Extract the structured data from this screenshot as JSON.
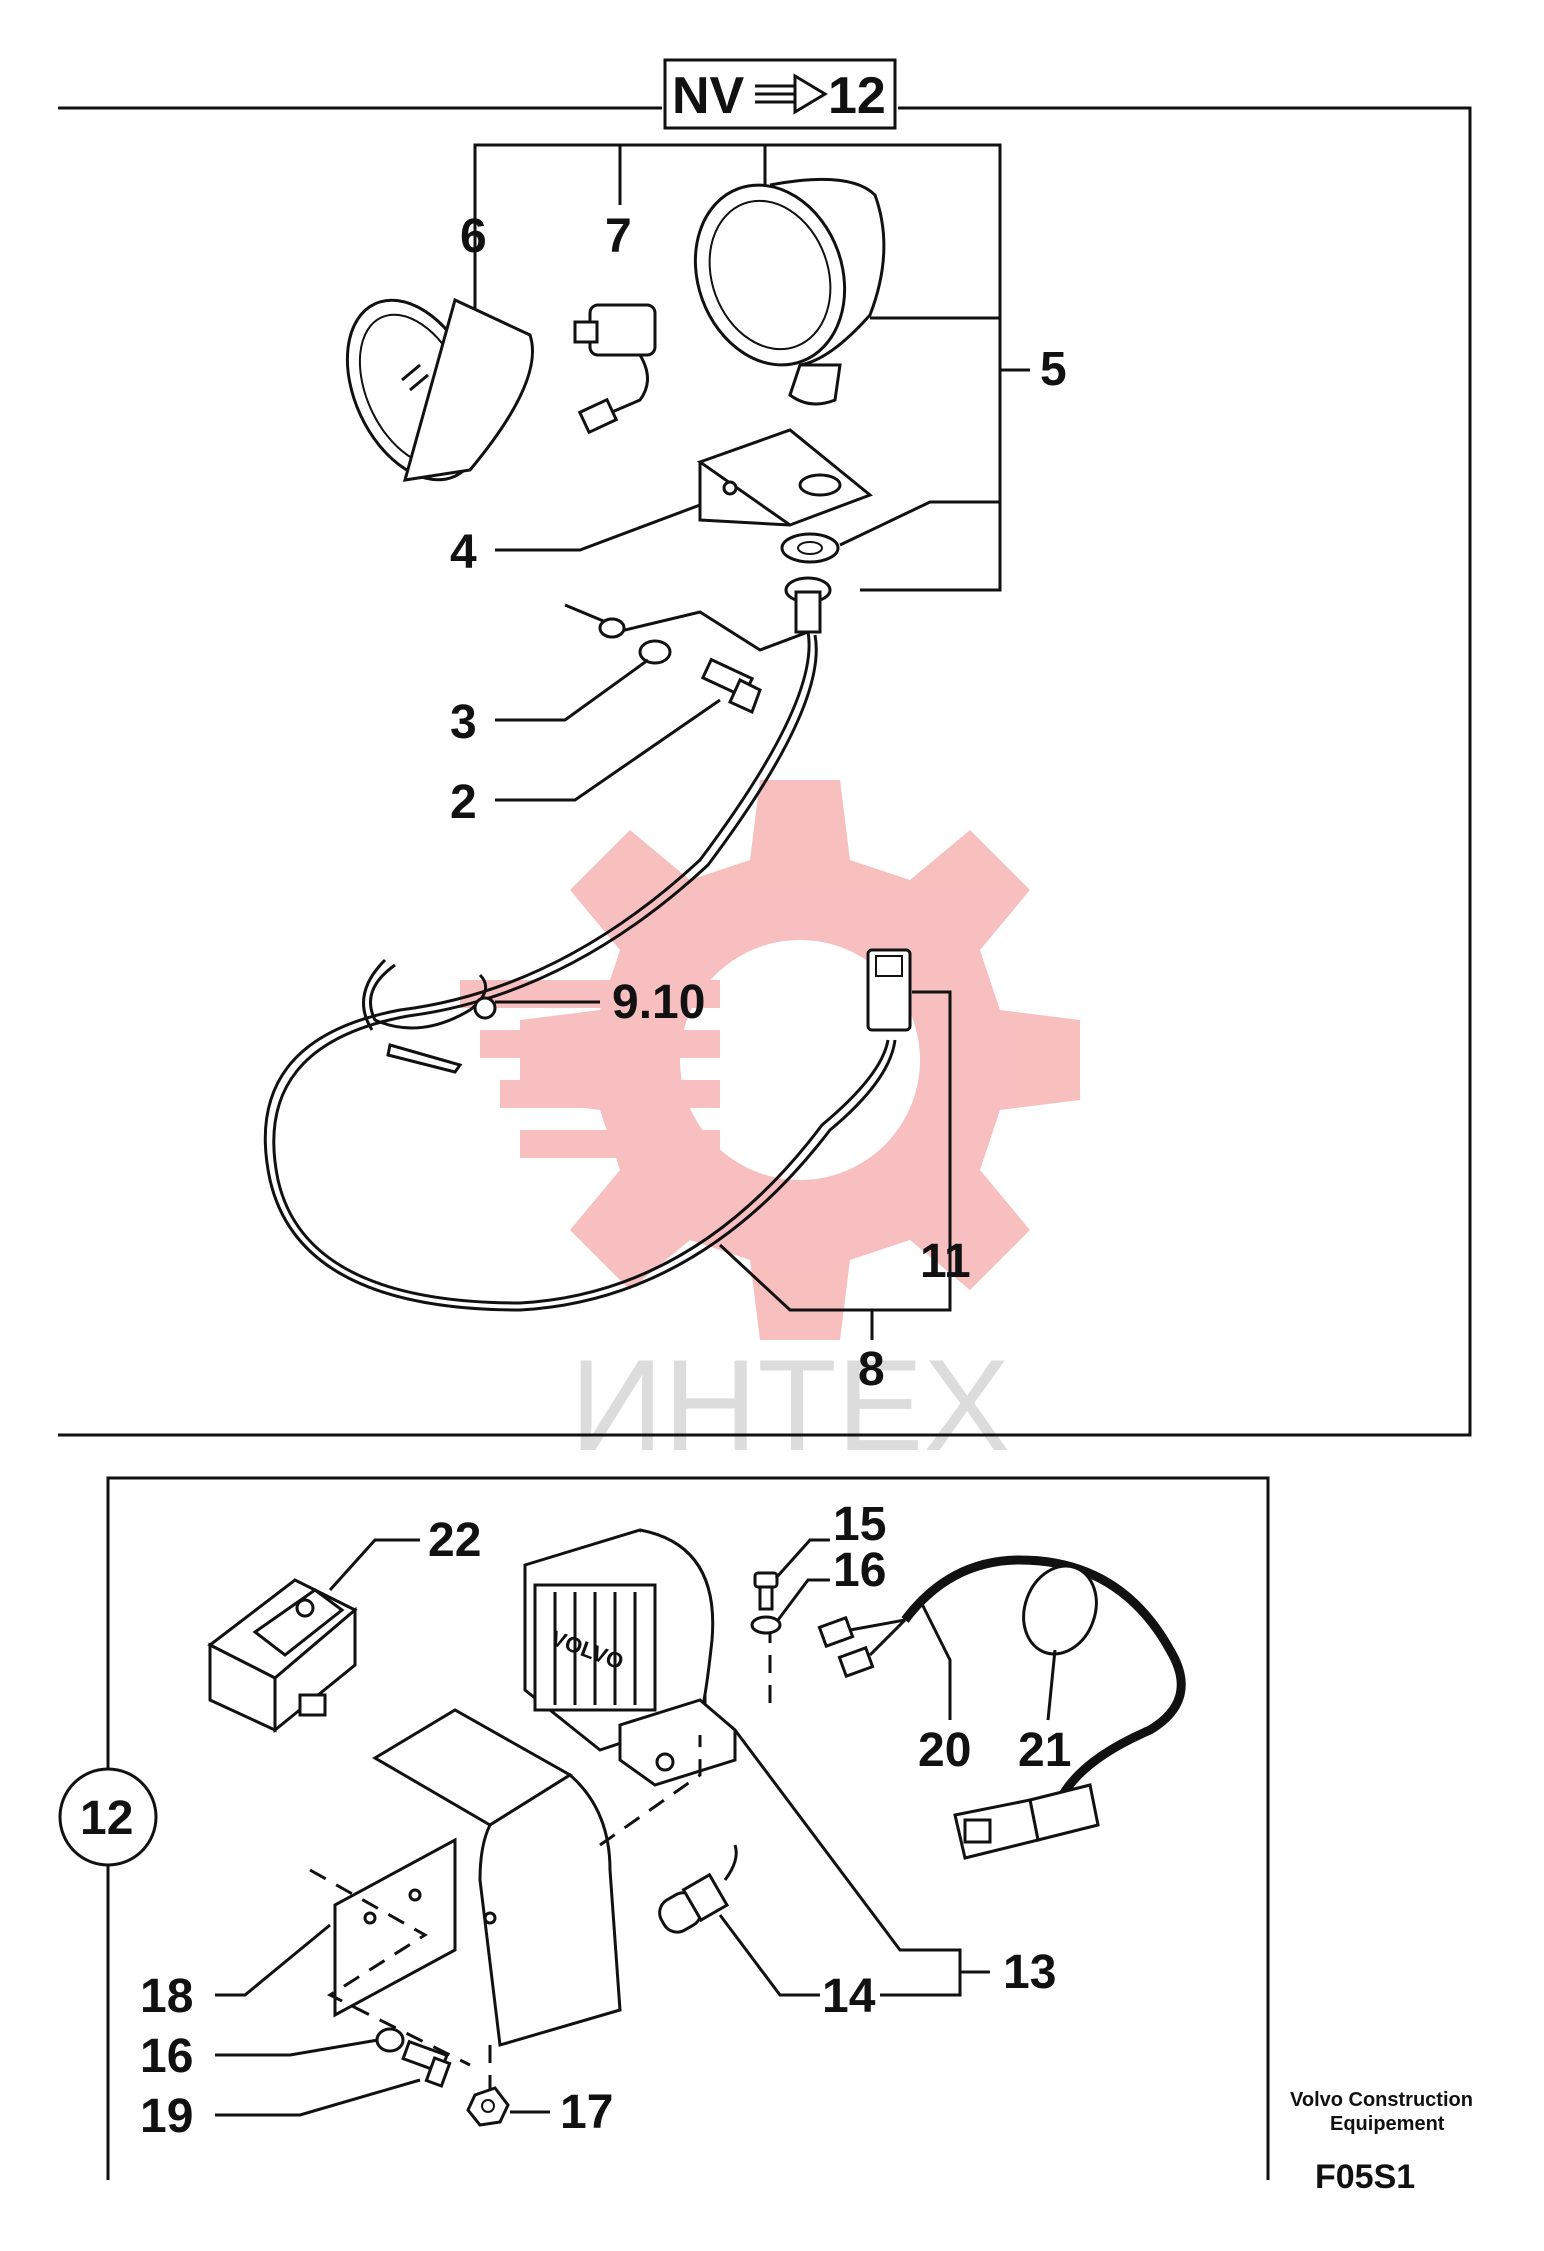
{
  "header": {
    "prefix": "NV",
    "suffix": "12"
  },
  "callouts": {
    "c2": "2",
    "c3": "3",
    "c4": "4",
    "c5": "5",
    "c6": "6",
    "c7": "7",
    "c8": "8",
    "c9_10": "9.10",
    "c11": "11",
    "c12": "12",
    "c13": "13",
    "c14": "14",
    "c15": "15",
    "c16a": "16",
    "c16b": "16",
    "c17": "17",
    "c18": "18",
    "c19": "19",
    "c20": "20",
    "c21": "21",
    "c22": "22"
  },
  "footer": {
    "maker_line1": "Volvo Construction",
    "maker_line2": "Equipement",
    "code": "F05S1"
  },
  "watermark": {
    "text": "ИНТЕХ",
    "color": "#f4a0a0"
  },
  "lamp_badge": "VOLVO"
}
